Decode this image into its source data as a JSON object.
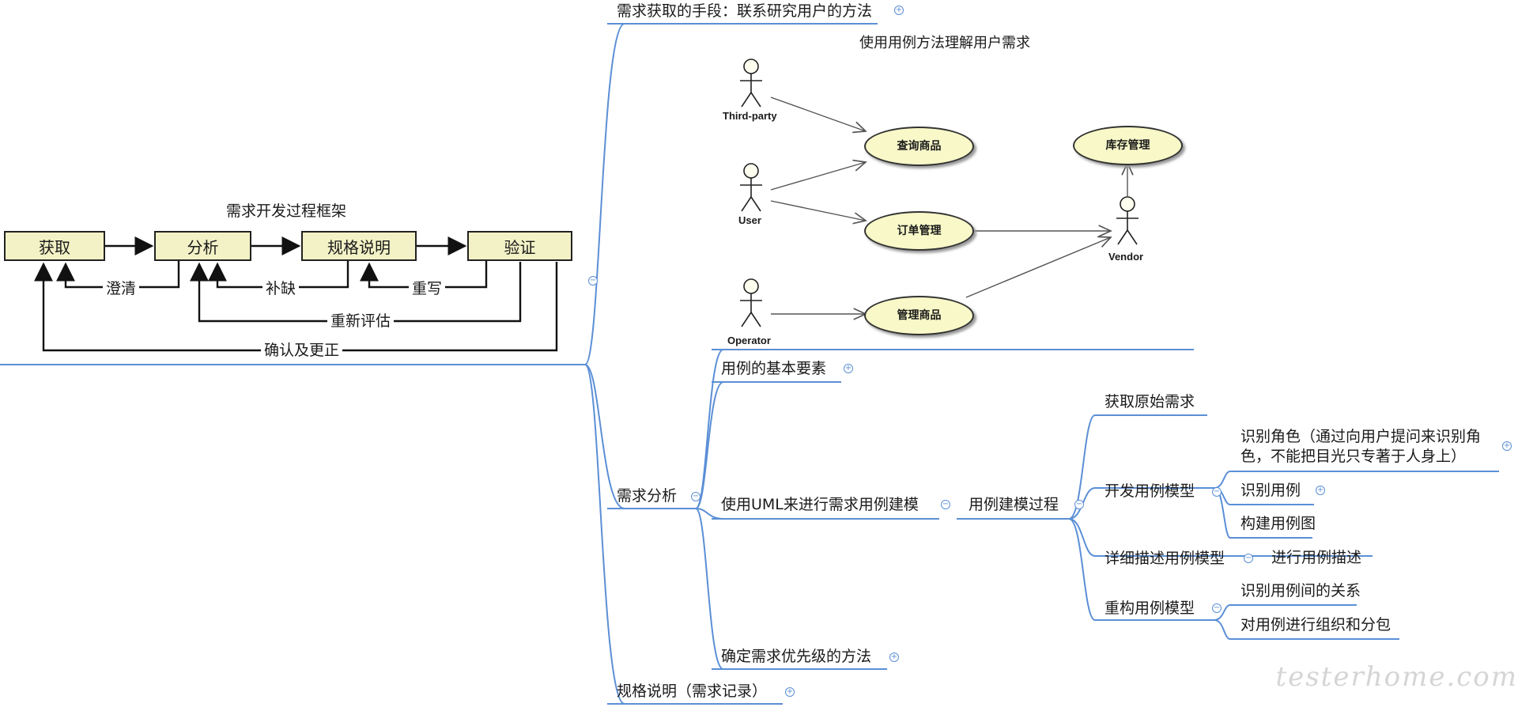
{
  "framework": {
    "title": "需求开发过程框架",
    "boxes": [
      "获取",
      "分析",
      "规格说明",
      "验证"
    ],
    "feedback": [
      "澄清",
      "补缺",
      "重写",
      "重新评估",
      "确认及更正"
    ]
  },
  "mindmap": {
    "branch1": "需求获取的手段：联系研究用户的方法",
    "usecase_diagram": {
      "title": "使用用例方法理解用户需求",
      "actors": [
        "Third-party",
        "User",
        "Operator",
        "Vendor"
      ],
      "use_cases": [
        "查询商品",
        "订单管理",
        "管理商品",
        "库存管理"
      ]
    },
    "branch2": "需求分析",
    "analysis_children": [
      "用例的基本要素",
      "使用UML来进行需求用例建模",
      "确定需求优先级的方法"
    ],
    "modeling_process": "用例建模过程",
    "steps": [
      "获取原始需求",
      "开发用例模型",
      "详细描述用例模型",
      "重构用例模型"
    ],
    "develop_children": [
      "识别角色（通过向用户提问来识别角",
      "色，不能把目光只专著于人身上）",
      "识别用例",
      "构建用例图"
    ],
    "describe_children": [
      "进行用例描述"
    ],
    "refactor_children": [
      "识别用例间的关系",
      "对用例进行组织和分包"
    ],
    "branch3": "规格说明（需求记录）",
    "toggle_expand": "+",
    "toggle_collapse": "−"
  },
  "watermark": "testerhome.com",
  "colors": {
    "line": "#5b8fd6",
    "box": "#f2f2c6",
    "usecase": "#f8f8c8"
  }
}
